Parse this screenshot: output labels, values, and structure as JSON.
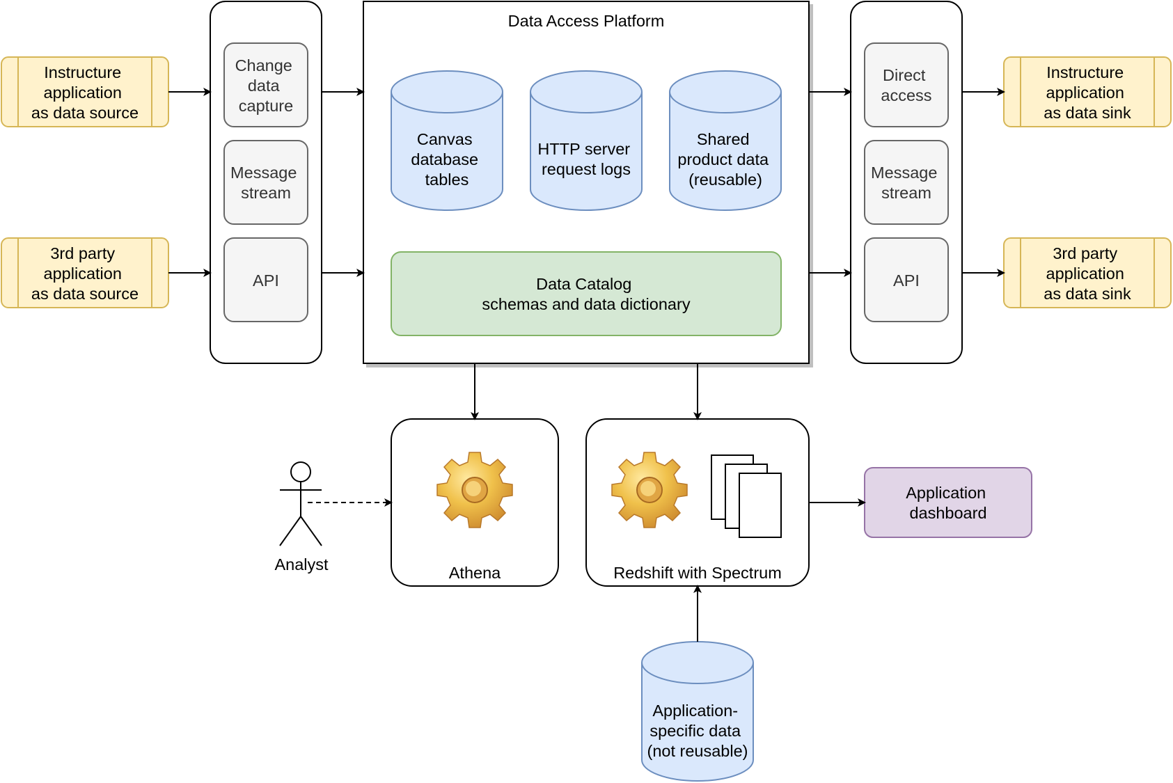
{
  "platform": {
    "title": "Data Access Platform",
    "stores": [
      {
        "lines": [
          "Canvas",
          "database",
          "tables"
        ]
      },
      {
        "lines": [
          "HTTP server",
          "request logs"
        ]
      },
      {
        "lines": [
          "Shared",
          "product data",
          "(reusable)"
        ]
      }
    ],
    "catalog": {
      "lines": [
        "Data Catalog",
        "schemas and data dictionary"
      ]
    }
  },
  "sources": [
    {
      "lines": [
        "Instructure",
        "application",
        "as data source"
      ]
    },
    {
      "lines": [
        "3rd party",
        "application",
        "as data source"
      ]
    }
  ],
  "sinks": [
    {
      "lines": [
        "Instructure",
        "application",
        "as data sink"
      ]
    },
    {
      "lines": [
        "3rd party",
        "application",
        "as data sink"
      ]
    }
  ],
  "ingress": [
    {
      "lines": [
        "Change",
        "data",
        "capture"
      ]
    },
    {
      "lines": [
        "Message",
        "stream"
      ]
    },
    {
      "lines": [
        "API"
      ]
    }
  ],
  "egress": [
    {
      "lines": [
        "Direct",
        "access"
      ]
    },
    {
      "lines": [
        "Message",
        "stream"
      ]
    },
    {
      "lines": [
        "API"
      ]
    }
  ],
  "athena": {
    "label": "Athena"
  },
  "redshift": {
    "label": "Redshift with Spectrum"
  },
  "analyst": {
    "label": "Analyst"
  },
  "dashboard": {
    "lines": [
      "Application",
      "dashboard"
    ]
  },
  "app_data": {
    "lines": [
      "Application-",
      "specific data",
      "(not reusable)"
    ]
  },
  "colors": {
    "source_fill": "#fff2cc",
    "source_stroke": "#d6b656",
    "store_fill": "#dae8fc",
    "store_stroke": "#6c8ebf",
    "catalog_fill": "#d5e8d4",
    "catalog_stroke": "#82b366",
    "method_fill": "#f5f5f5",
    "method_stroke": "#666666",
    "dashboard_fill": "#e1d5e7",
    "dashboard_stroke": "#9673a6",
    "gear_icon": "gear-icon",
    "documents_icon": "documents-icon",
    "actor_icon": "stick-figure-icon"
  }
}
